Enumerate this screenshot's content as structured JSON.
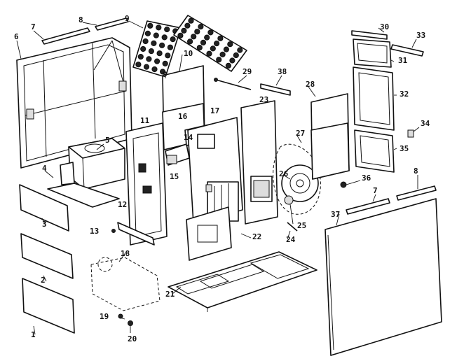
{
  "diagram": {
    "part_numbers": [
      "1",
      "2",
      "3",
      "4",
      "5",
      "6",
      "7",
      "8",
      "9",
      "9",
      "10",
      "11",
      "12",
      "13",
      "14",
      "15",
      "16",
      "17",
      "18",
      "19",
      "20",
      "21",
      "22",
      "23",
      "24",
      "25",
      "26",
      "27",
      "28",
      "29",
      "30",
      "31",
      "32",
      "33",
      "34",
      "35",
      "36",
      "37",
      "38",
      "7",
      "8"
    ]
  }
}
